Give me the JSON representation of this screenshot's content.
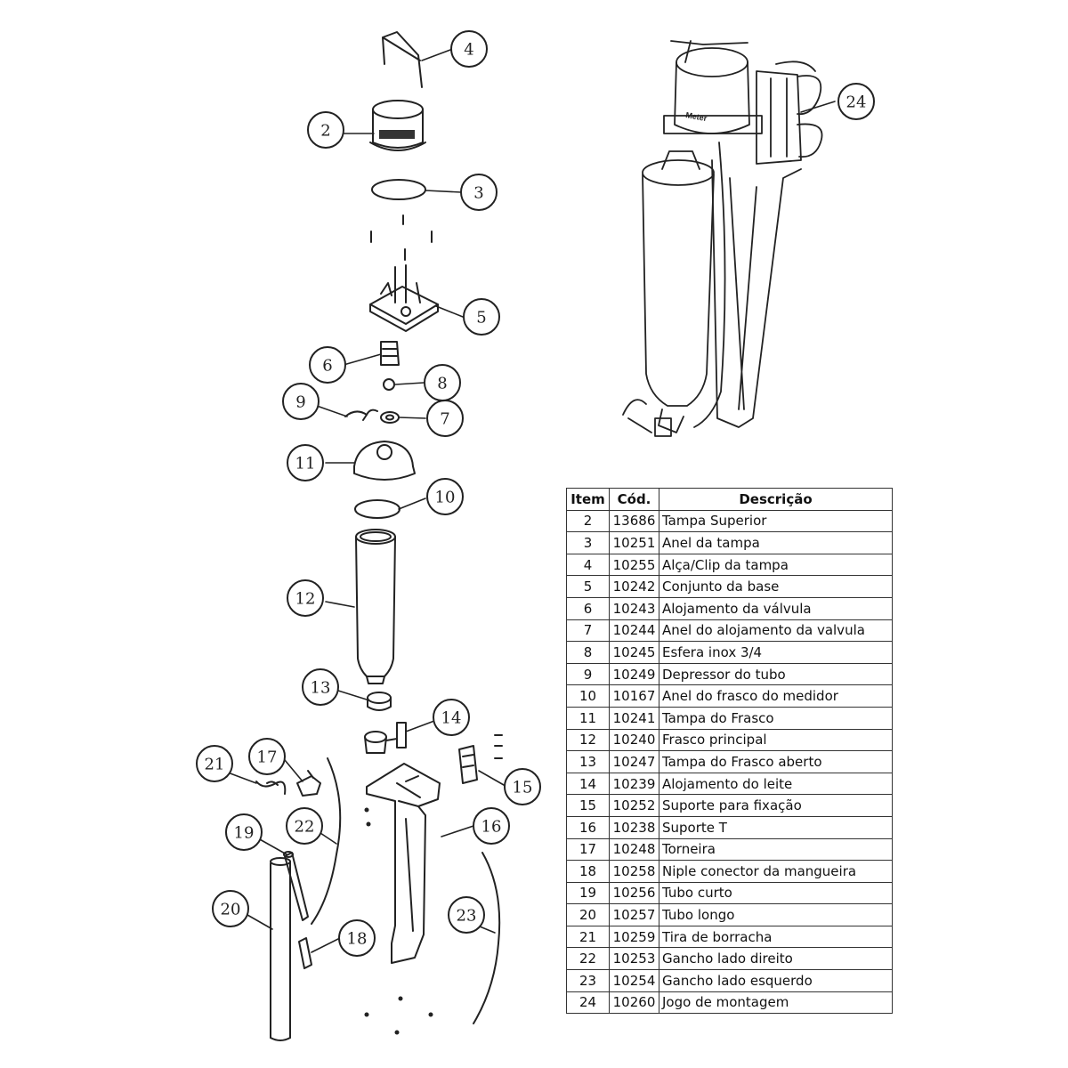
{
  "callouts": [
    {
      "n": "2"
    },
    {
      "n": "3"
    },
    {
      "n": "4"
    },
    {
      "n": "5"
    },
    {
      "n": "6"
    },
    {
      "n": "7"
    },
    {
      "n": "8"
    },
    {
      "n": "9"
    },
    {
      "n": "10"
    },
    {
      "n": "11"
    },
    {
      "n": "12"
    },
    {
      "n": "13"
    },
    {
      "n": "14"
    },
    {
      "n": "15"
    },
    {
      "n": "16"
    },
    {
      "n": "17"
    },
    {
      "n": "18"
    },
    {
      "n": "19"
    },
    {
      "n": "20"
    },
    {
      "n": "21"
    },
    {
      "n": "22"
    },
    {
      "n": "23"
    },
    {
      "n": "24"
    }
  ],
  "product_label": "Meter",
  "table": {
    "headers": {
      "item": "Item",
      "cod": "Cód.",
      "desc": "Descrição"
    },
    "rows": [
      {
        "item": "2",
        "cod": "13686",
        "desc": "Tampa Superior"
      },
      {
        "item": "3",
        "cod": "10251",
        "desc": "Anel da tampa"
      },
      {
        "item": "4",
        "cod": "10255",
        "desc": "Alça/Clip da tampa"
      },
      {
        "item": "5",
        "cod": "10242",
        "desc": "Conjunto da base"
      },
      {
        "item": "6",
        "cod": "10243",
        "desc": "Alojamento da válvula"
      },
      {
        "item": "7",
        "cod": "10244",
        "desc": "Anel do alojamento da valvula"
      },
      {
        "item": "8",
        "cod": "10245",
        "desc": "Esfera inox 3/4"
      },
      {
        "item": "9",
        "cod": "10249",
        "desc": "Depressor do tubo"
      },
      {
        "item": "10",
        "cod": "10167",
        "desc": "Anel do frasco do medidor"
      },
      {
        "item": "11",
        "cod": "10241",
        "desc": "Tampa do Frasco"
      },
      {
        "item": "12",
        "cod": "10240",
        "desc": "Frasco principal"
      },
      {
        "item": "13",
        "cod": "10247",
        "desc": "Tampa do Frasco aberto"
      },
      {
        "item": "14",
        "cod": "10239",
        "desc": "Alojamento do leite"
      },
      {
        "item": "15",
        "cod": "10252",
        "desc": "Suporte para fixação"
      },
      {
        "item": "16",
        "cod": "10238",
        "desc": "Suporte T"
      },
      {
        "item": "17",
        "cod": "10248",
        "desc": "Torneira"
      },
      {
        "item": "18",
        "cod": "10258",
        "desc": "Niple conector da mangueira"
      },
      {
        "item": "19",
        "cod": "10256",
        "desc": "Tubo curto"
      },
      {
        "item": "20",
        "cod": "10257",
        "desc": "Tubo longo"
      },
      {
        "item": "21",
        "cod": "10259",
        "desc": "Tira de borracha"
      },
      {
        "item": "22",
        "cod": "10253",
        "desc": "Gancho lado direito"
      },
      {
        "item": "23",
        "cod": "10254",
        "desc": "Gancho lado esquerdo"
      },
      {
        "item": "24",
        "cod": "10260",
        "desc": "Jogo de montagem"
      }
    ]
  }
}
